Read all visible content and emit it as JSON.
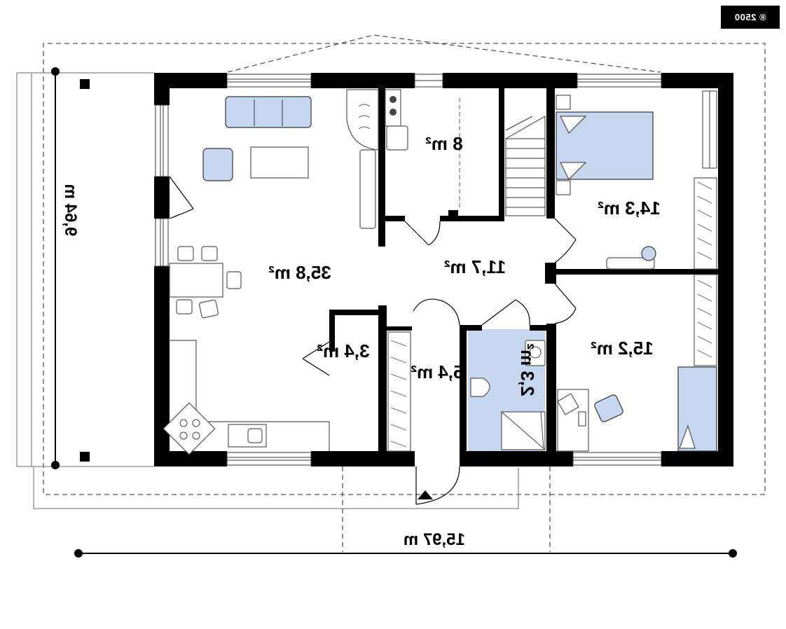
{
  "badge": {
    "label": "® 2500"
  },
  "rooms": {
    "living": "35,8 m²",
    "kitchen": "8 m²",
    "hall": "11,7 m²",
    "bedroom_top": "14,3 m²",
    "bedroom_bottom": "15,2 m²",
    "pantry": "3,4 m²",
    "vestibule": "5,4 m²",
    "bathroom": "2,3 m²"
  },
  "dimensions": {
    "width": "15,97 m",
    "depth": "9,64 m"
  },
  "colors": {
    "wall": "#000000",
    "furniture_blue": "#c7d6ef",
    "outline": "#555555"
  },
  "orientation": "mirrored horizontally"
}
